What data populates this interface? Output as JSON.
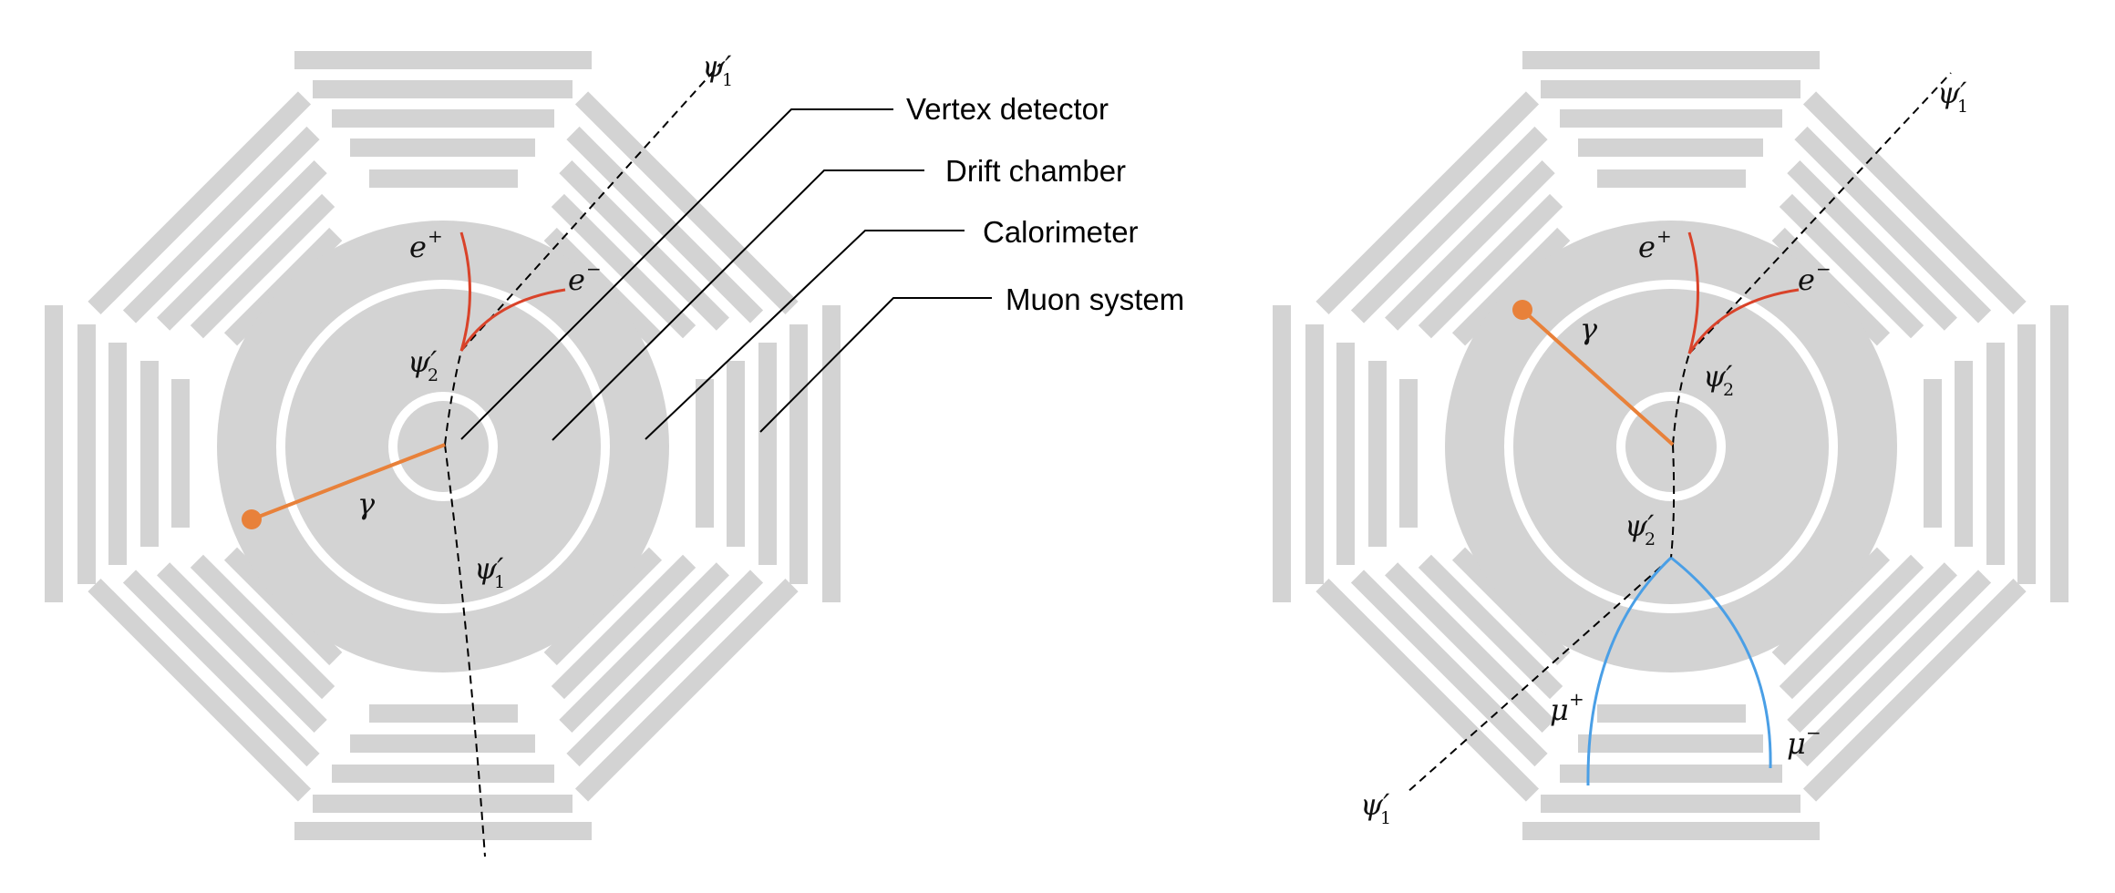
{
  "colors": {
    "detector": "#d3d3d3",
    "photon": "#e8813a",
    "electron": "#d9432a",
    "muon": "#4a9fe6",
    "track": "#000000"
  },
  "labels": {
    "vertex": "Vertex detector",
    "drift": "Drift chamber",
    "calorimeter": "Calorimeter",
    "muon": "Muon system"
  },
  "particles": {
    "psi": "ψ",
    "prime": "′",
    "psi1_sub": "1",
    "psi2_sub": "2",
    "e": "e",
    "plus": "+",
    "minus": "−",
    "gamma": "γ",
    "mu": "μ"
  }
}
